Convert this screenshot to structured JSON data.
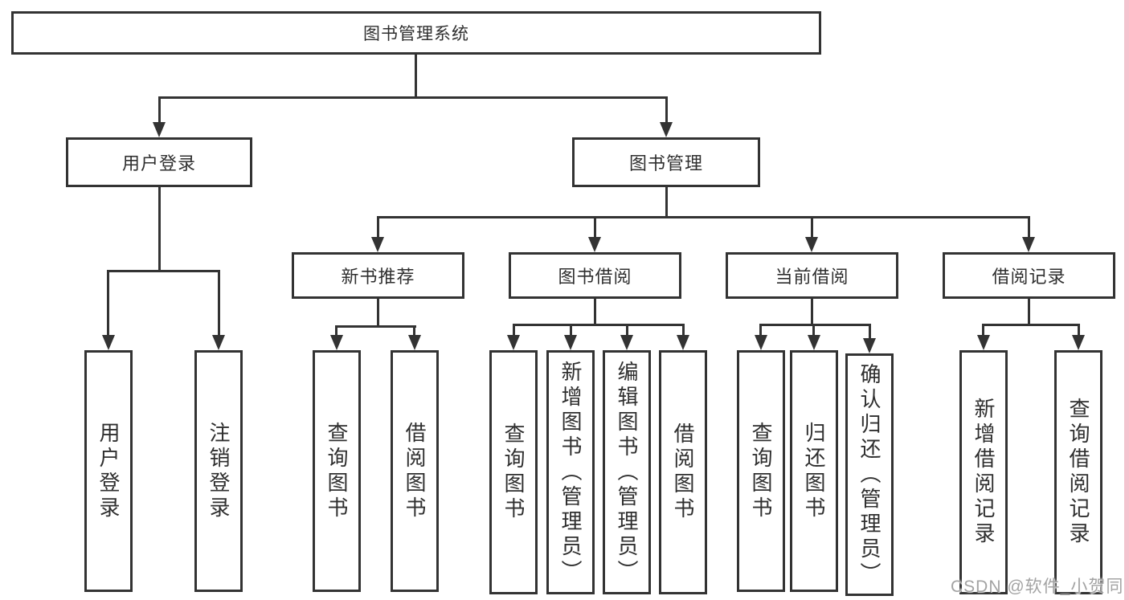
{
  "diagram": {
    "title": "图书管理系统",
    "root": {
      "label": "图书管理系统"
    },
    "branches": [
      {
        "label": "用户登录",
        "children": [
          {
            "label": "用户登录"
          },
          {
            "label": "注销登录"
          }
        ]
      },
      {
        "label": "图书管理",
        "children": [
          {
            "label": "新书推荐",
            "children": [
              {
                "label": "查询图书"
              },
              {
                "label": "借阅图书"
              }
            ]
          },
          {
            "label": "图书借阅",
            "children": [
              {
                "label": "查询图书"
              },
              {
                "label": "新增图书（管理员）"
              },
              {
                "label": "编辑图书（管理员）"
              },
              {
                "label": "借阅图书"
              }
            ]
          },
          {
            "label": "当前借阅",
            "children": [
              {
                "label": "查询图书"
              },
              {
                "label": "归还图书"
              },
              {
                "label": "确认归还（管理员）"
              }
            ]
          },
          {
            "label": "借阅记录",
            "children": [
              {
                "label": "新增借阅记录"
              },
              {
                "label": "查询借阅记录"
              }
            ]
          }
        ]
      }
    ]
  },
  "watermark": {
    "text": "CSDN @软件_小贺同学"
  },
  "colors": {
    "line": "#333333",
    "text": "#2f2f2f",
    "background": "#ffffff",
    "watermark_text": "#a3a3a3",
    "edge_strip": "#f4c2ce"
  }
}
